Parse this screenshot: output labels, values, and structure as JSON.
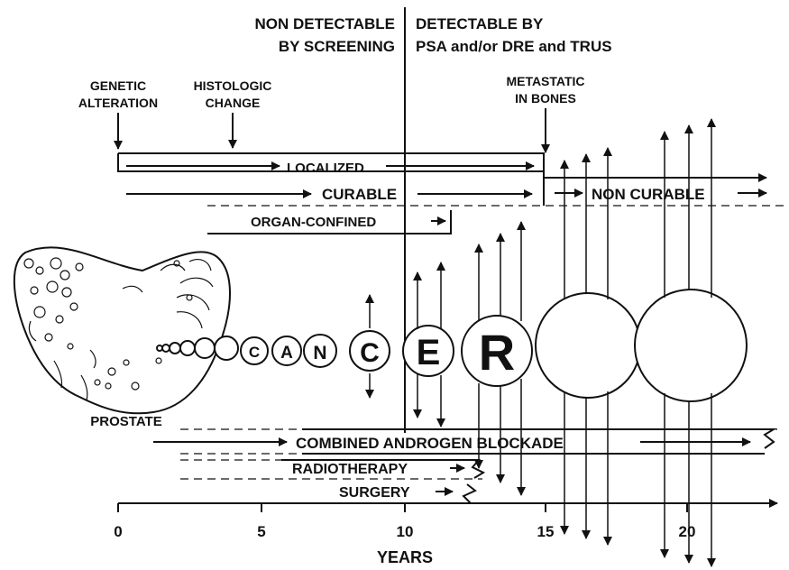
{
  "header": {
    "left_line1": "NON DETECTABLE",
    "left_line2": "BY SCREENING",
    "right_line1": "DETECTABLE BY",
    "right_line2": "PSA and/or DRE and TRUS"
  },
  "events": {
    "genetic_line1": "GENETIC",
    "genetic_line2": "ALTERATION",
    "histologic_line1": "HISTOLOGIC",
    "histologic_line2": "CHANGE",
    "metastatic_line1": "METASTATIC",
    "metastatic_line2": "IN BONES"
  },
  "stages": {
    "localized": "LOCALIZED",
    "curable": "CURABLE",
    "non_curable": "NON CURABLE",
    "organ_confined": "ORGAN-CONFINED"
  },
  "organ": {
    "label": "PROSTATE"
  },
  "cancer_letters": [
    "C",
    "A",
    "N",
    "C",
    "E",
    "R"
  ],
  "treatments": {
    "cab": "COMBINED ANDROGEN BLOCKADE",
    "radiotherapy": "RADIOTHERAPY",
    "surgery": "SURGERY"
  },
  "axis": {
    "ticks": [
      "0",
      "5",
      "10",
      "15",
      "20"
    ],
    "label": "YEARS"
  }
}
